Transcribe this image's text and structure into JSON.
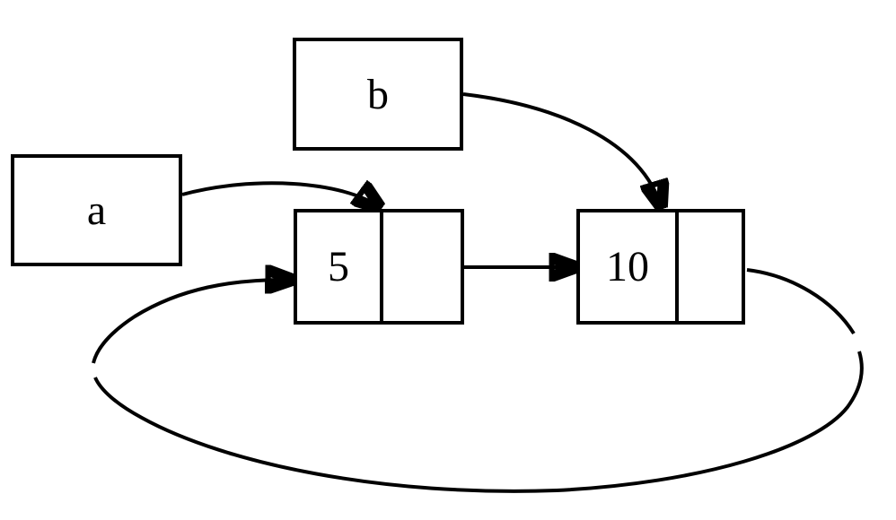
{
  "diagram": {
    "kind": "linked-list-cons-cell-diagram",
    "background_color": "#ffffff",
    "stroke_color": "#000000",
    "nodes": {
      "b": {
        "label": "b"
      },
      "a": {
        "label": "a"
      },
      "cell5": {
        "car": "5",
        "cdr": ""
      },
      "cell10": {
        "car": "10",
        "cdr": ""
      }
    },
    "edges": [
      {
        "from": "a",
        "to": "cell5",
        "description": "variable a points to cell containing 5"
      },
      {
        "from": "b",
        "to": "cell10",
        "description": "variable b points to cell containing 10"
      },
      {
        "from": "cell5.cdr",
        "to": "cell10",
        "description": "cdr of 5-cell points to 10-cell"
      },
      {
        "from": "cell10.cdr",
        "to": "cell5",
        "description": "cdr of 10-cell loops back around the bottom to the 5-cell (circular list)"
      }
    ]
  }
}
